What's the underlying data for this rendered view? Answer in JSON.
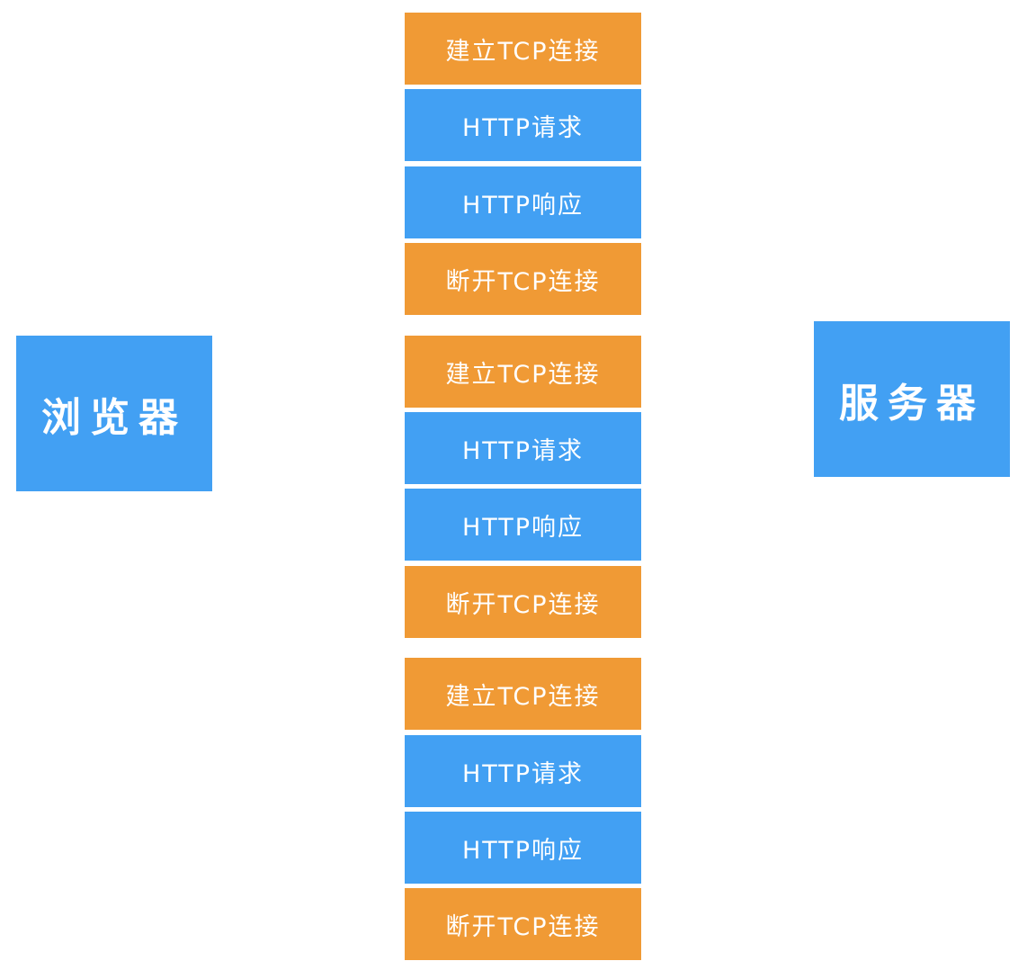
{
  "colors": {
    "blue": "#42a0f3",
    "orange": "#f09a35"
  },
  "browser_label": "浏览器",
  "server_label": "服务器",
  "groups": [
    {
      "steps": [
        {
          "label": "建立TCP连接",
          "color": "orange"
        },
        {
          "label": "HTTP请求",
          "color": "blue"
        },
        {
          "label": "HTTP响应",
          "color": "blue"
        },
        {
          "label": "断开TCP连接",
          "color": "orange"
        }
      ]
    },
    {
      "steps": [
        {
          "label": "建立TCP连接",
          "color": "orange"
        },
        {
          "label": "HTTP请求",
          "color": "blue"
        },
        {
          "label": "HTTP响应",
          "color": "blue"
        },
        {
          "label": "断开TCP连接",
          "color": "orange"
        }
      ]
    },
    {
      "steps": [
        {
          "label": "建立TCP连接",
          "color": "orange"
        },
        {
          "label": "HTTP请求",
          "color": "blue"
        },
        {
          "label": "HTTP响应",
          "color": "blue"
        },
        {
          "label": "断开TCP连接",
          "color": "orange"
        }
      ]
    }
  ]
}
